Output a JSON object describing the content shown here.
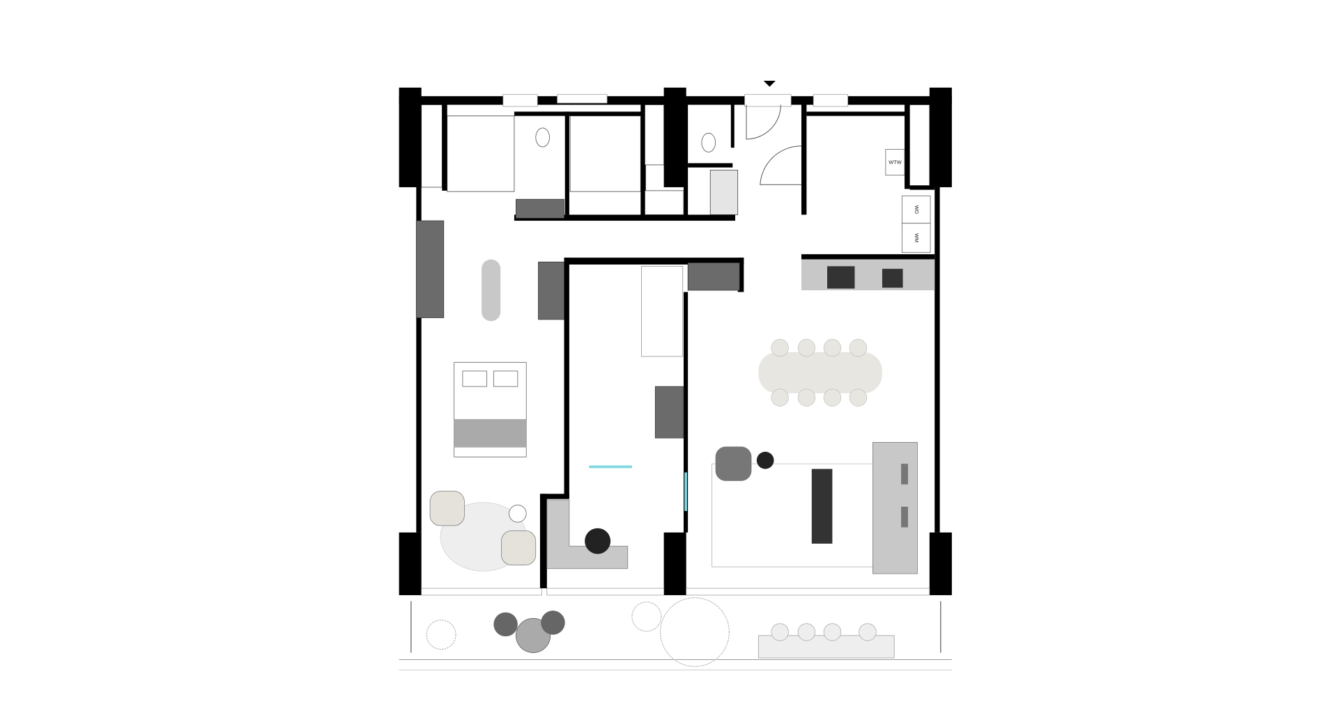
{
  "plan": {
    "labels": {
      "heat_recovery_unit": "WTW",
      "dryer": "WD",
      "washing_machine": "WM"
    },
    "colors": {
      "wall": "#000000",
      "cabinet": "#6b6b6b",
      "counter": "#c8c8c8",
      "dining_table": "#e8e6e1",
      "sliding_door_glass": "#7fd8e0"
    }
  }
}
